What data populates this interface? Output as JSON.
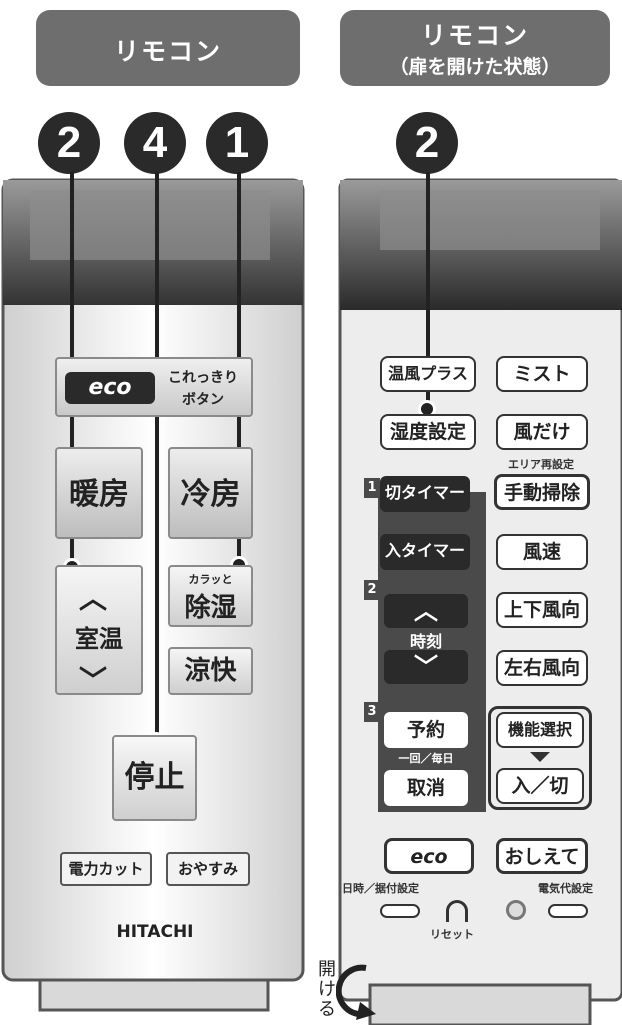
{
  "headers": {
    "left": "リモコン",
    "right_line1": "リモコン",
    "right_line2": "（扉を開けた状態）"
  },
  "markers": {
    "two": "2",
    "four": "4",
    "one": "1"
  },
  "left_remote": {
    "eco": "eco",
    "korekkiri": "これっきり",
    "botan": "ボタン",
    "danbou": "暖房",
    "reibou": "冷房",
    "karatto": "カラッと",
    "joshitsu": "除湿",
    "shitsuon": "室温",
    "ryokai": "涼快",
    "teishi": "停止",
    "denryoku": "電力カット",
    "oyasumi": "おやすみ",
    "brand": "HITACHI"
  },
  "right_remote": {
    "onpu": "温風プラス",
    "misuto": "ミスト",
    "shitsudo": "湿度設定",
    "kazedake": "風だけ",
    "area": "エリア再設定",
    "section1": "1",
    "kiri_timer": "切タイマー",
    "shudo": "手動掃除",
    "iri_timer": "入タイマー",
    "fusoku": "風速",
    "section2": "2",
    "jikoku": "時刻",
    "joge": "上下風向",
    "sayu": "左右風向",
    "section3": "3",
    "yoyaku": "予約",
    "ikkai": "一回／毎日",
    "torikeshi": "取消",
    "kino": "機能選択",
    "irikiri": "入／切",
    "eco": "eco",
    "oshiete": "おしえて",
    "nichiji": "日時／据付設定",
    "reset": "リセット",
    "denkidai": "電気代設定",
    "akeru": "開ける"
  }
}
